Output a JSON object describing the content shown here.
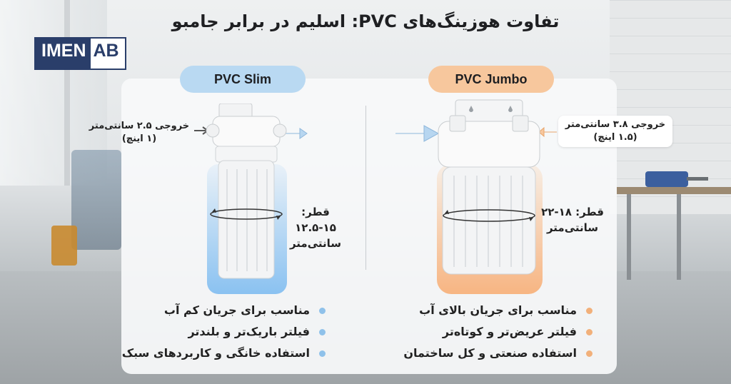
{
  "title": "تفاوت هوزینگ‌های PVC: اسلیم در برابر جامبو",
  "logo": {
    "part1": "IMEN",
    "part2": "AB"
  },
  "slim": {
    "name": "PVC Slim",
    "outlet": [
      "خروجی ۲.۵ سانتی‌متر",
      "(۱ اینچ)"
    ],
    "diameter": [
      "قطر: ۱۵-۱۲.۵",
      "سانتی‌متر"
    ],
    "features": [
      "مناسب برای جریان کم آب",
      "فیلتر باریک‌تر و بلندتر",
      "استفاده خانگی و کاربردهای سبک"
    ],
    "color": "#b9d9f2",
    "dot_color": "#8fc1ea"
  },
  "jumbo": {
    "name": "PVC Jumbo",
    "outlet": [
      "خروجی ۳.۸ سانتی‌متر",
      "(۱.۵ اینچ)"
    ],
    "diameter": [
      "قطر: ۱۸-۲۲",
      "سانتی‌متر"
    ],
    "features": [
      "مناسب برای جریان بالای آب",
      "فیلتر عریض‌تر و کوتاه‌تر",
      "استفاده صنعتی و کل ساختمان"
    ],
    "color": "#f7c79d",
    "dot_color": "#f2b07a"
  }
}
